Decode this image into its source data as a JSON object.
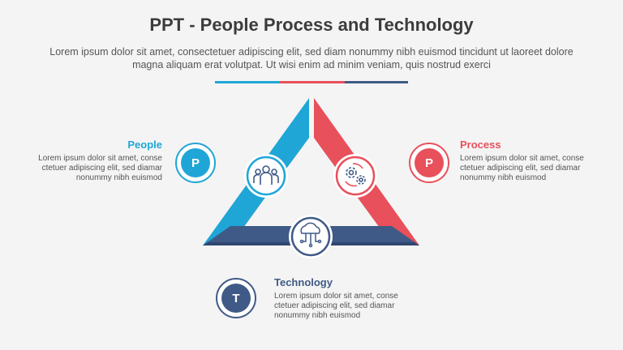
{
  "title": "PPT - People Process and Technology",
  "subtitle": "Lorem ipsum dolor sit amet, consectetuer adipiscing elit, sed diam nonummy nibh euismod tincidunt ut laoreet dolore magna aliquam erat volutpat. Ut wisi enim ad minim veniam, quis nostrud exerci",
  "colors": {
    "people": "#1fa6d6",
    "process": "#e8505b",
    "technology": "#3f5a86",
    "text": "#555555",
    "title": "#3c3c3c"
  },
  "items": [
    {
      "key": "people",
      "label": "People",
      "letter": "P",
      "icon": "people-group-icon",
      "body": "Lorem ipsum dolor sit amet, conse ctetuer adipiscing elit, sed diamar nonummy nibh euismod"
    },
    {
      "key": "process",
      "label": "Process",
      "letter": "P",
      "icon": "gears-icon",
      "body": "Lorem ipsum dolor sit amet, conse ctetuer adipiscing elit, sed diamar nonummy nibh euismod"
    },
    {
      "key": "technology",
      "label": "Technology",
      "letter": "T",
      "icon": "circuit-cloud-icon",
      "body": "Lorem ipsum dolor sit amet, conse ctetuer adipiscing elit, sed diamar nonummy nibh euismod"
    }
  ]
}
